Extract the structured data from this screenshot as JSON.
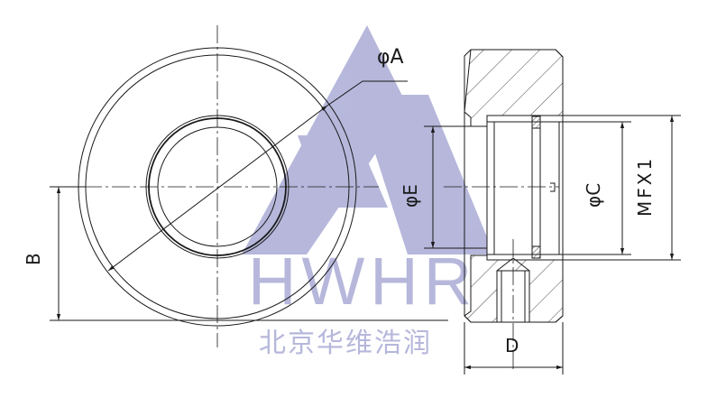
{
  "labels": {
    "phi_a": "φA",
    "b": "B",
    "phi_e": "φE",
    "phi_c": "φC",
    "mfx1": "MFX1",
    "d": "D"
  },
  "watermark": {
    "brand": "HWHR",
    "company_cn": "北京华维浩润",
    "color": "#9ea0d0"
  },
  "colors": {
    "line": "#1a1a1a",
    "background": "#ffffff"
  }
}
